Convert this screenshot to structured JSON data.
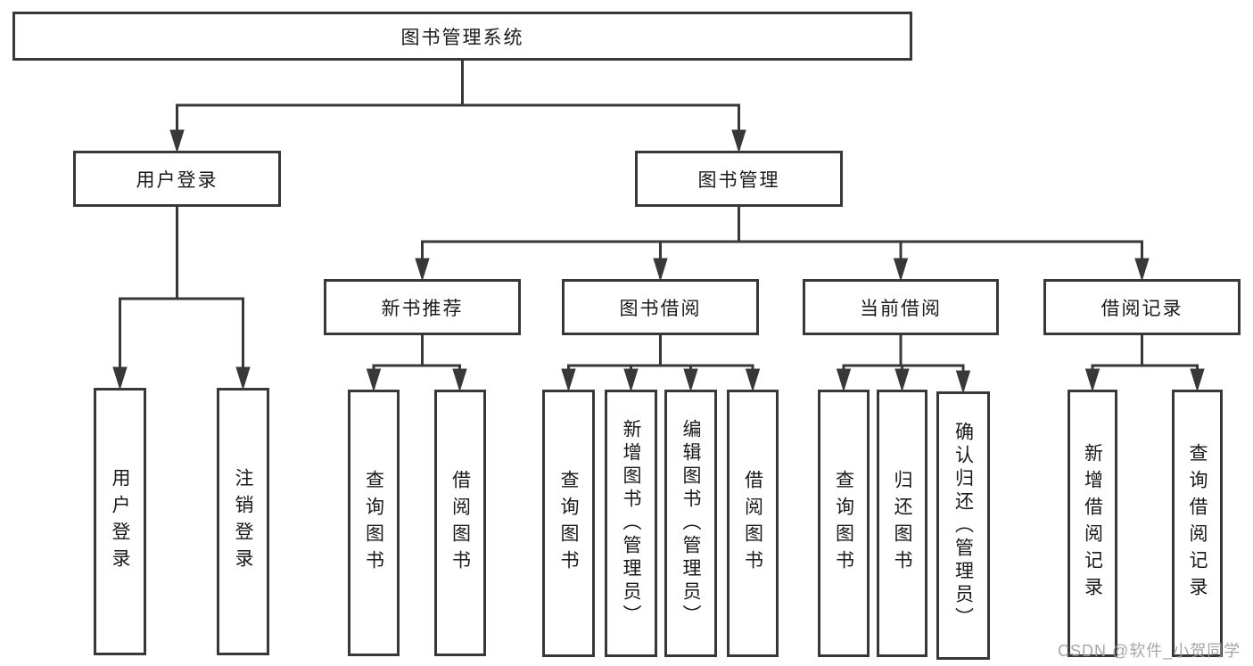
{
  "tree": {
    "label": "图书管理系统",
    "children": [
      {
        "label": "用户登录",
        "children": [
          {
            "label": "用户登录"
          },
          {
            "label": "注销登录"
          }
        ]
      },
      {
        "label": "图书管理",
        "children": [
          {
            "label": "新书推荐",
            "children": [
              {
                "label": "查询图书"
              },
              {
                "label": "借阅图书"
              }
            ]
          },
          {
            "label": "图书借阅",
            "children": [
              {
                "label": "查询图书"
              },
              {
                "label": "新增图书（管理员）"
              },
              {
                "label": "编辑图书（管理员）"
              },
              {
                "label": "借阅图书"
              }
            ]
          },
          {
            "label": "当前借阅",
            "children": [
              {
                "label": "查询图书"
              },
              {
                "label": "归还图书"
              },
              {
                "label": "确认归还（管理员）"
              }
            ]
          },
          {
            "label": "借阅记录",
            "children": [
              {
                "label": "新增借阅记录"
              },
              {
                "label": "查询借阅记录"
              }
            ]
          }
        ]
      }
    ]
  },
  "watermark": {
    "text": "CSDN @软件_小贺同学"
  },
  "colors": {
    "line": "#383838",
    "box_border": "#383838",
    "text": "#1a1a1a",
    "background": "#ffffff",
    "watermark": "#9e9e9e"
  }
}
